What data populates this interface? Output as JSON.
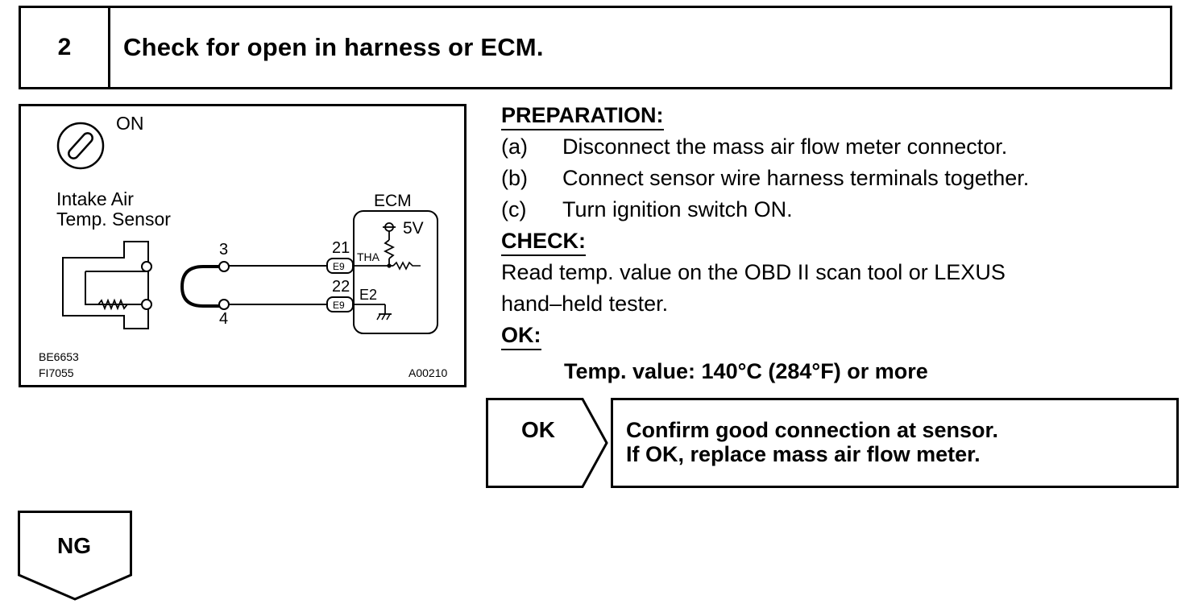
{
  "step": {
    "number": "2",
    "title": "Check for open in harness or ECM."
  },
  "diagram": {
    "ignition_label": "ON",
    "sensor_label_line1": "Intake Air",
    "sensor_label_line2": "Temp. Sensor",
    "ecm_label": "ECM",
    "voltage_label": "5V",
    "signal_label": "THA",
    "ground_label": "E2",
    "sensor_pin_top": "3",
    "sensor_pin_bottom": "4",
    "ecm_pin_top": "21",
    "ecm_pin_bottom": "22",
    "connector_top": "E9",
    "connector_bottom": "E9",
    "ref_code_1": "BE6653",
    "ref_code_2": "FI7055",
    "ref_code_3": "A00210"
  },
  "preparation": {
    "heading": "PREPARATION:",
    "items": [
      {
        "letter": "(a)",
        "text": "Disconnect the mass air flow meter connector."
      },
      {
        "letter": "(b)",
        "text": "Connect sensor wire harness terminals together."
      },
      {
        "letter": "(c)",
        "text": "Turn ignition switch ON."
      }
    ]
  },
  "check": {
    "heading": "CHECK:",
    "line1": "Read temp. value on the OBD II scan tool or LEXUS",
    "line2": "hand–held tester."
  },
  "ok": {
    "heading": "OK:",
    "spec": "Temp. value:  140°C (284°F) or more"
  },
  "flow": {
    "ok_label": "OK",
    "ok_result_line1": "Confirm good connection at sensor.",
    "ok_result_line2": "If OK, replace mass air flow meter.",
    "ng_label": "NG"
  }
}
